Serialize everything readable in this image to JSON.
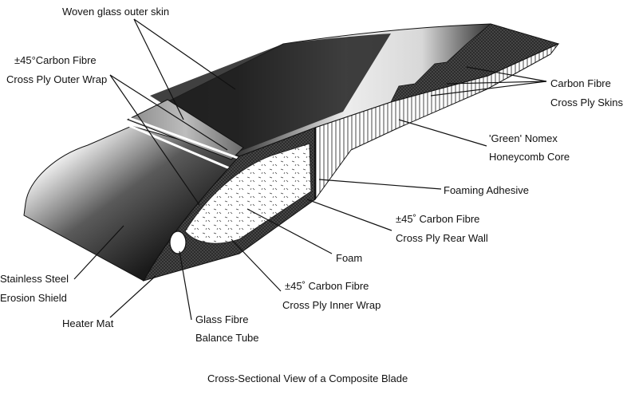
{
  "labels": {
    "woven_glass": "Woven glass outer skin",
    "outer_wrap_1": "±45°Carbon Fibre",
    "outer_wrap_2": "Cross Ply Outer Wrap",
    "skins_1": "Carbon Fibre",
    "skins_2": "Cross Ply Skins",
    "nomex_1": "'Green' Nomex",
    "nomex_2": "Honeycomb Core",
    "adhesive": "Foaming Adhesive",
    "rear_wall_1": "±45˚ Carbon Fibre",
    "rear_wall_2": "Cross Ply Rear Wall",
    "foam": "Foam",
    "inner_wrap_1": "±45˚ Carbon Fibre",
    "inner_wrap_2": "Cross Ply Inner Wrap",
    "shield_1": "Stainless Steel",
    "shield_2": "Erosion Shield",
    "heater": "Heater Mat",
    "tube_1": "Glass Fibre",
    "tube_2": "Balance Tube"
  },
  "caption": "Cross-Sectional View of a Composite Blade"
}
